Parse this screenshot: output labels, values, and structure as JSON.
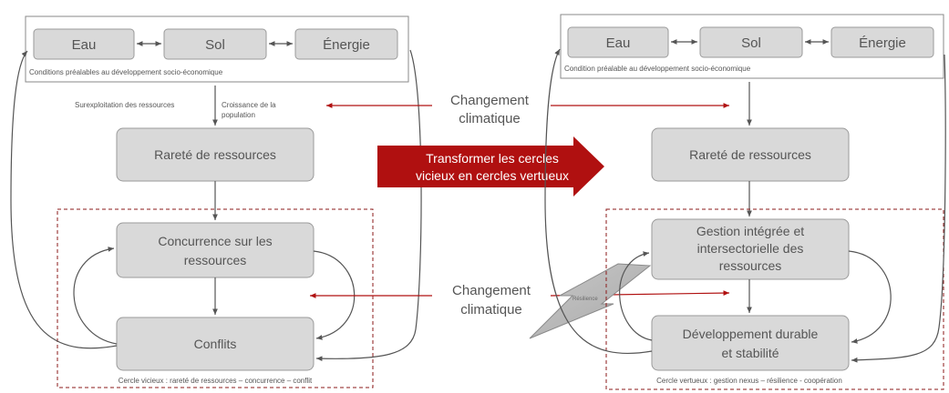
{
  "left": {
    "prereq": [
      "Eau",
      "Sol",
      "Énergie"
    ],
    "prereq_caption": "Conditions préalables au développement socio-économique",
    "driver_1": "Surexploitation des ressources",
    "driver_2_line1": "Croissance de la",
    "driver_2_line2": "population",
    "scarcity": "Rareté de ressources",
    "competition_line1": "Concurrence sur les",
    "competition_line2": "ressources",
    "conflicts": "Conflits",
    "cycle_caption": "Cercle vicieux : rareté de ressources – concurrence – conflit"
  },
  "center": {
    "climate_top_line1": "Changement",
    "climate_top_line2": "climatique",
    "transform_line1": "Transformer les cercles",
    "transform_line2": "vicieux en cercles vertueux",
    "climate_bottom_line1": "Changement",
    "climate_bottom_line2": "climatique",
    "resilience": "Résilience"
  },
  "right": {
    "prereq": [
      "Eau",
      "Sol",
      "Énergie"
    ],
    "prereq_caption": "Condition préalable au développement socio-économique",
    "scarcity": "Rareté de ressources",
    "management_line1": "Gestion intégrée et",
    "management_line2": "intersectorielle des",
    "management_line3": "ressources",
    "development_line1": "Développement durable",
    "development_line2": "et stabilité",
    "cycle_caption": "Cercle vertueux : gestion nexus – résilience - coopération"
  },
  "colors": {
    "box_fill": "#d9d9d9",
    "box_stroke": "#9a9a9a",
    "text": "#555555",
    "accent_red": "#b01010",
    "dashed_red": "#8b1a1a",
    "line": "#555555"
  }
}
